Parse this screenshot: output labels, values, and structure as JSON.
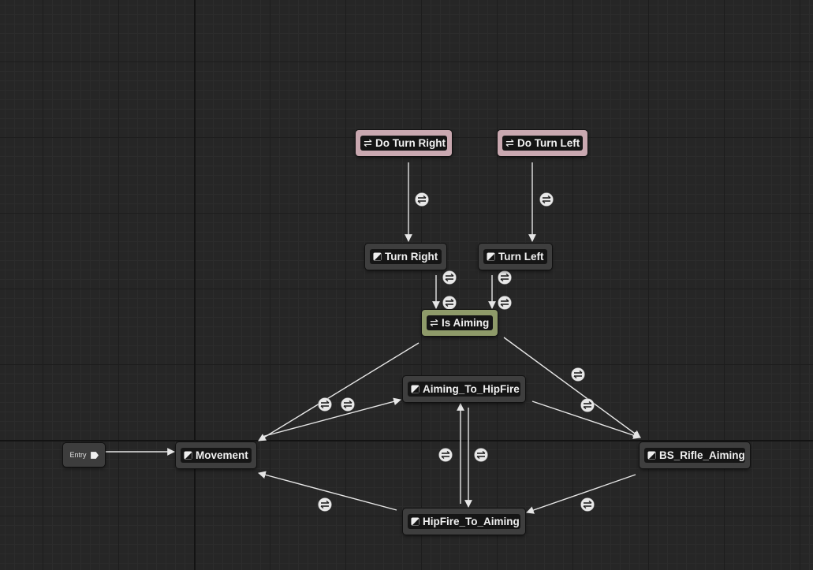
{
  "graph": {
    "entry_label": "Entry",
    "states": {
      "do_turn_right": "Do Turn Right",
      "do_turn_left": "Do Turn Left",
      "turn_right": "Turn Right",
      "turn_left": "Turn Left",
      "is_aiming": "Is Aiming",
      "aiming_to_hipfire": "Aiming_To_HipFire",
      "movement": "Movement",
      "bs_rifle_aiming": "BS_Rifle_Aiming",
      "hipfire_to_aiming": "HipFire_To_Aiming"
    }
  },
  "colors": {
    "canvas": "#262626",
    "state_node": "#3e3e3e",
    "conduit_node": "#c9a8b0",
    "alias_node": "#8e9a69",
    "transition_line": "#e6e6e6"
  }
}
